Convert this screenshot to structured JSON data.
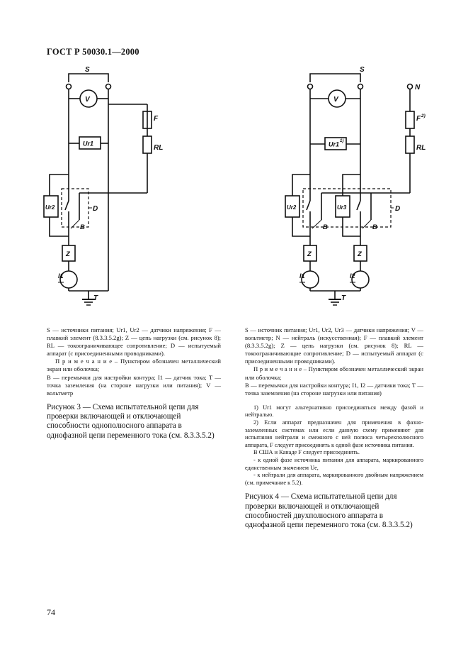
{
  "header": {
    "title": "ГОСТ Р 50030.1—2000"
  },
  "page_number": "74",
  "figure3": {
    "labels": {
      "S": "S",
      "V": "V",
      "F": "F",
      "RL": "RL",
      "Ur1": "Ur1",
      "Ur2": "Ur2",
      "D": "D",
      "B": "B",
      "Z": "Z",
      "I1": "I1",
      "T": "T"
    },
    "legend": [
      "S — источники питания; Ur1, Ur2 — датчики напряжения; F — плавкий элемент (8.3.3.5.2g); Z — цепь нагрузки (см. рисунок 8); RL — токоограничивающее сопротивление; D — испытуемый аппарат (с присоединенными проводниками).",
      "П р и м е ч а н и е – Пунктиром обозначен металлический экран или оболочка;",
      "B — перемычки для настройки контура; I1 — датчик тока; T — точка заземления (на стороне нагрузки или питания); V — вольтметр"
    ],
    "caption": "Рисунок 3 — Схема испытательной цепи для проверки включающей и отключающей способности однополюсного аппарата в однофазной цепи переменного тока (см. 8.3.3.5.2)"
  },
  "figure4": {
    "labels": {
      "S": "S",
      "N": "N",
      "V": "V",
      "F": "F",
      "Fsup": "2)",
      "RL": "RL",
      "Ur1": "Ur1",
      "Ur1sup": "1)",
      "Ur2": "Ur2",
      "Ur3": "Ur3",
      "D": "D",
      "B": "B",
      "Z": "Z",
      "I1": "I1",
      "I2": "I2",
      "T": "T"
    },
    "legend": [
      "S — источник питания; Ur1, Ur2, Ur3 — датчики напряжения; V — вольтметр; N — нейтраль (искусственная); F — плавкий элемент (8.3.3.5.2g); Z — цепь нагрузки (см. рисунок 8); RL — токоограничивающие сопротивление; D — испытуемый аппарат (с присоединенными проводниками).",
      "П р и м е ч а н и е – Пунктиром обозначен металлический экран или оболочка;",
      "B — перемычки для настройки контура; I1, I2 — датчики тока; T — точка заземления (на стороне нагрузки или питания)"
    ],
    "footnotes": [
      "1) Ur1 могут альтернативно присоединяться между фазой и нейтралью.",
      "2) Если аппарат предназначен для применения в фазно-заземленных системах или если данную схему применяют для испытания нейтрали и смежного с ней полюса четырехполюсного аппарата, F следует присоединять к одной фазе источника питания.",
      "В США и Канаде F следует присоединять.",
      "- к одной фазе источника питания для аппарата, маркированного единственным значением Ue,",
      "- к нейтрали для аппарата, маркированного двойным напряжением (см. примечание к 5.2)."
    ],
    "caption": "Рисунок 4 — Схема испытательной цепи для проверки включающей и отключающей способностей двухполюсного аппарата в однофазной цепи переменного тока (см. 8.3.3.5.2)"
  }
}
